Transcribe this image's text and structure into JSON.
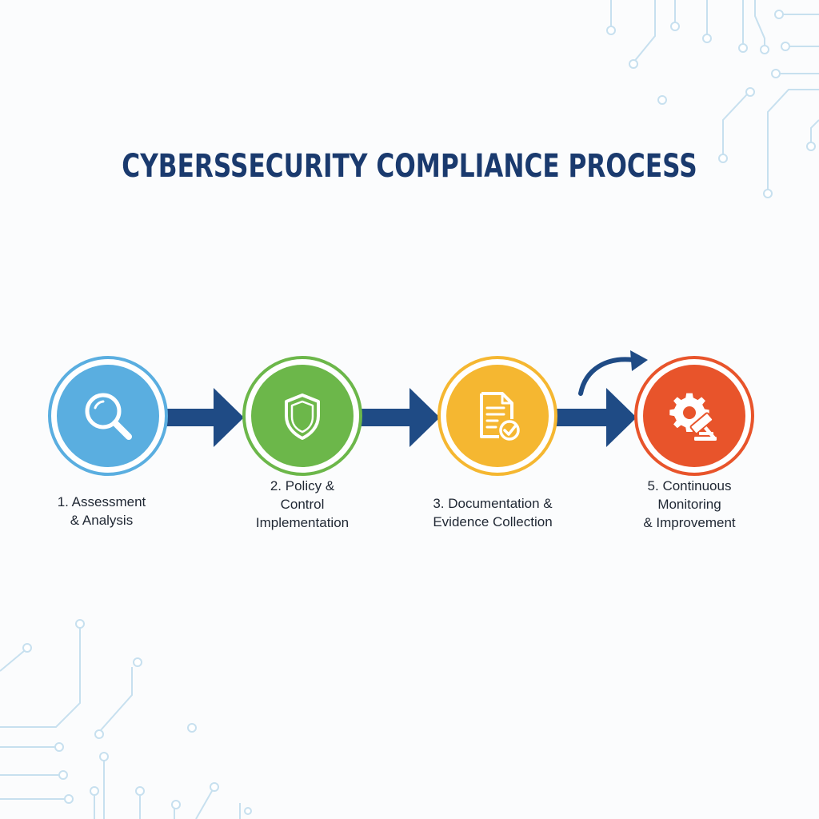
{
  "title": "CYBERSSECURITY COMPLIANCE PROCESS",
  "colors": {
    "title": "#1a3a6e",
    "arrow": "#1f4b85",
    "step1": "#5aaee0",
    "step2": "#6cb74a",
    "step3": "#f5b731",
    "step4": "#e8542b",
    "circuit": "#bcdcee"
  },
  "steps": [
    {
      "icon": "magnifier-icon",
      "label_lines": [
        "1. Assessment",
        "& Analysis"
      ]
    },
    {
      "icon": "shield-icon",
      "label_lines": [
        "2. Policy &",
        "Control",
        "Implementation"
      ]
    },
    {
      "icon": "document-check-icon",
      "label_lines": [
        "3. Documentation &",
        "Evidence Collection"
      ]
    },
    {
      "icon": "gear-gavel-icon",
      "label_lines": [
        "5. Continuous",
        "Monitoring",
        "& Improvement"
      ]
    }
  ]
}
